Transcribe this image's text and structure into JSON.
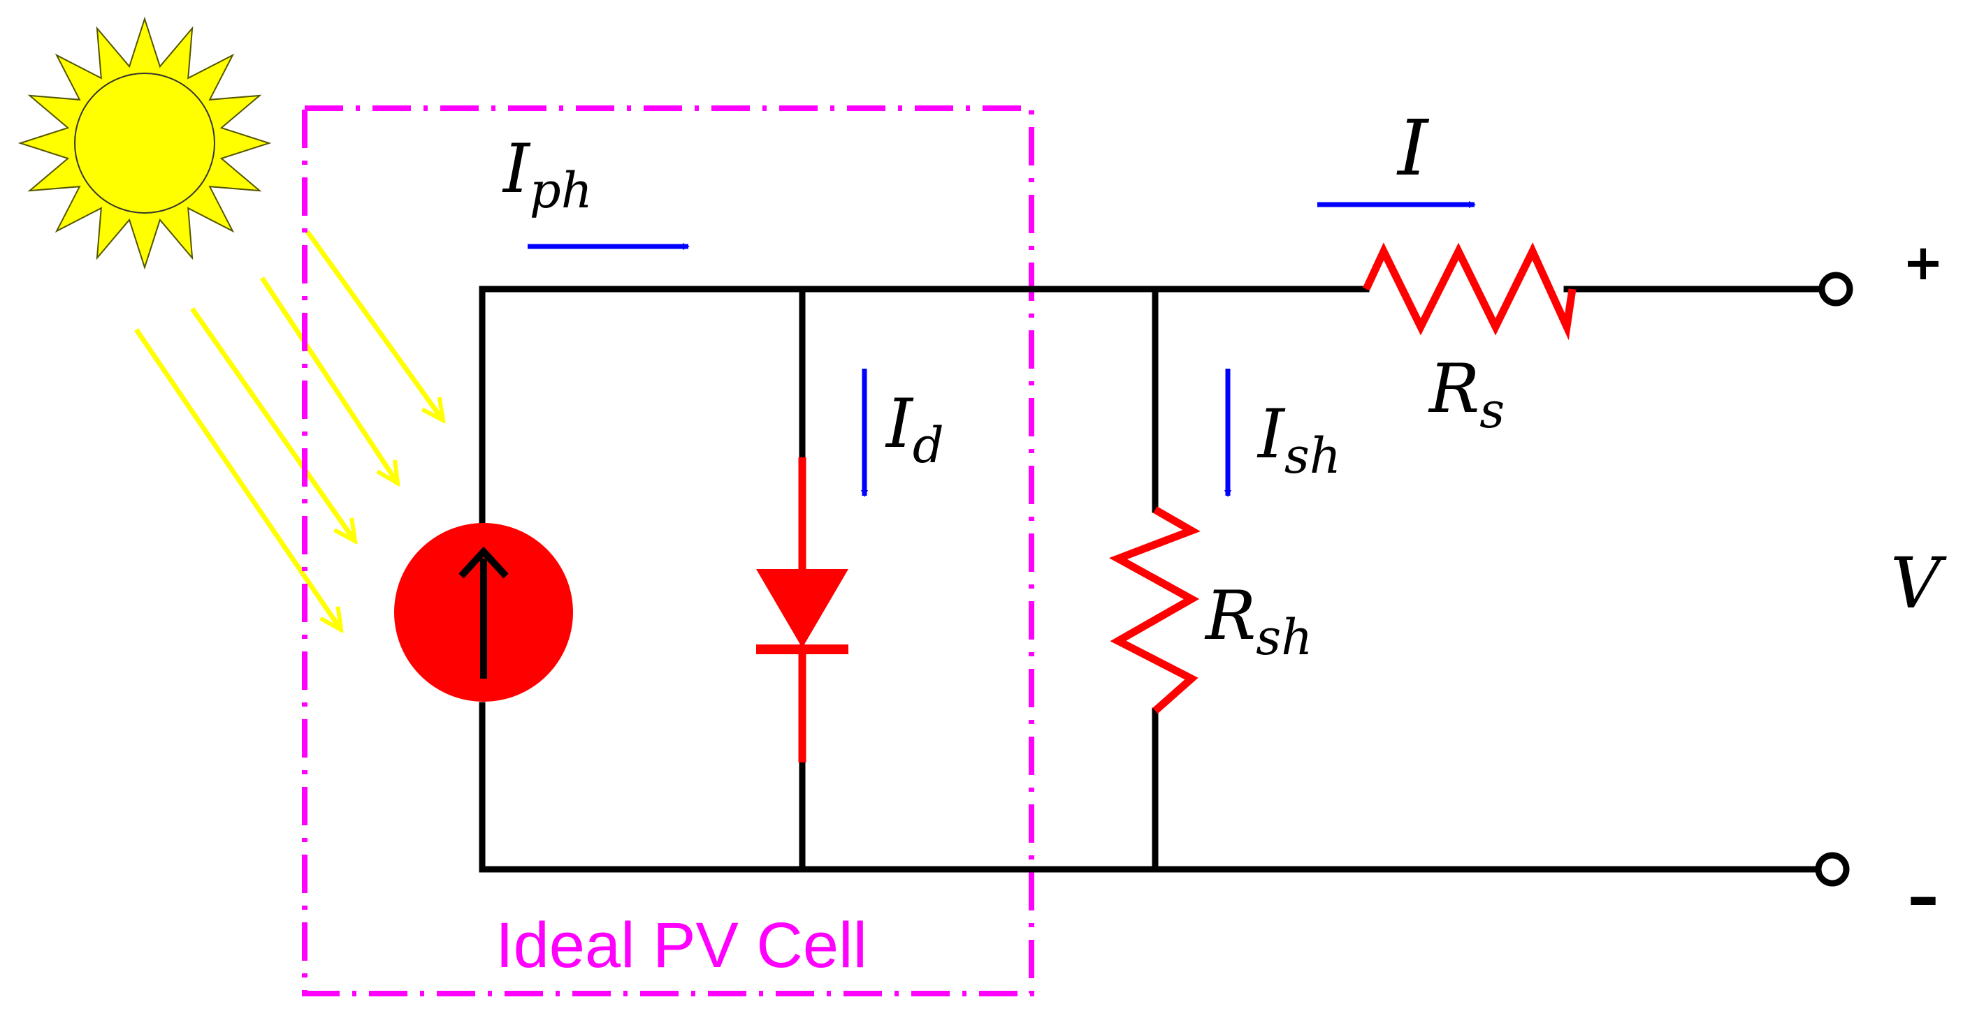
{
  "diagram": {
    "colors": {
      "wire": "#000000",
      "component": "#ff0000",
      "current_arrow": "#0000ff",
      "boundary": "#ff00ff",
      "sun": "#ffff00",
      "light_ray": "#ffff00",
      "background": "#ffffff"
    },
    "boundary_label": "Ideal PV Cell",
    "labels": {
      "photo_current": {
        "base": "I",
        "sub": "ph"
      },
      "output_current": {
        "base": "I"
      },
      "diode_current": {
        "base": "I",
        "sub": "d"
      },
      "shunt_current": {
        "base": "I",
        "sub": "sh"
      },
      "series_resistor": {
        "base": "R",
        "sub": "s"
      },
      "shunt_resistor": {
        "base": "R",
        "sub": "sh"
      },
      "voltage": {
        "base": "V"
      }
    },
    "terminals": {
      "positive": "+",
      "negative": "–"
    },
    "components": [
      "sun-icon",
      "current-source",
      "diode",
      "shunt-resistor",
      "series-resistor",
      "output-terminals"
    ]
  }
}
